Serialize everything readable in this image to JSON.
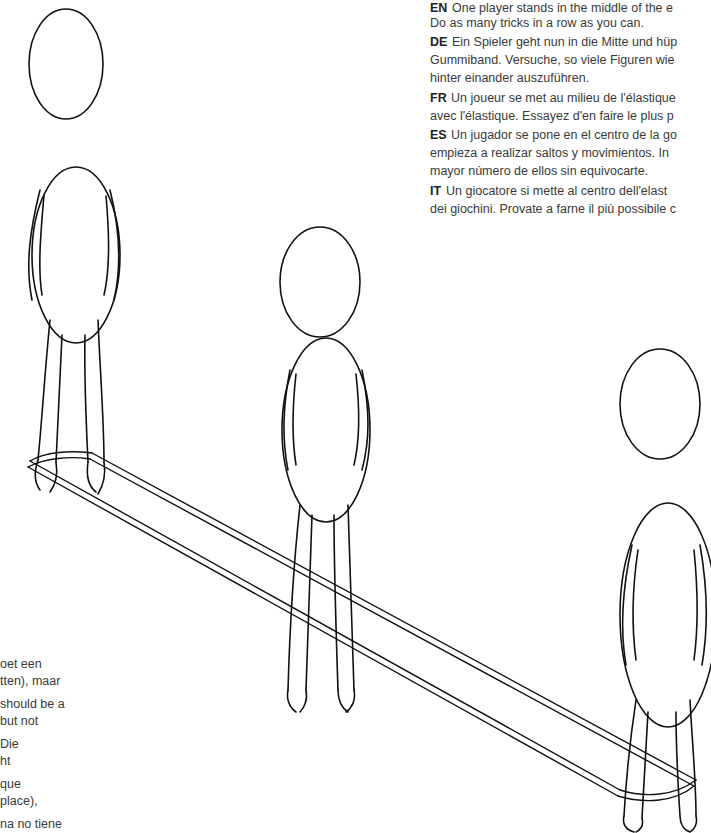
{
  "diagram": {
    "labels": [
      "EN",
      "One player stands in the middle of the e",
      "Do as many tricks in a row as you can.",
      "DE",
      "Ein Spieler geht nun in die Mitte und hüp",
      "Gummiband. Versuche, so viele Figuren wie",
      "hinter einander auszuführen.",
      "FR",
      "Un joueur se met au milieu de l'élastique",
      "avec l'élastique. Essayez d'en faire le plus p",
      "ES",
      "Un jugador se pone en el centro de la go",
      "empieza a realizar saltos y movimientos. In",
      "mayor número de ellos sin equivocarte.",
      "IT",
      "Un giocatore si mette al centro dell'elast",
      "dei giochini. Provate a farne il più possibile c",
      "oet een",
      "tten), maar",
      "should be a",
      "but not",
      "Die",
      "ht",
      "que",
      "place),",
      "na no tiene"
    ]
  }
}
